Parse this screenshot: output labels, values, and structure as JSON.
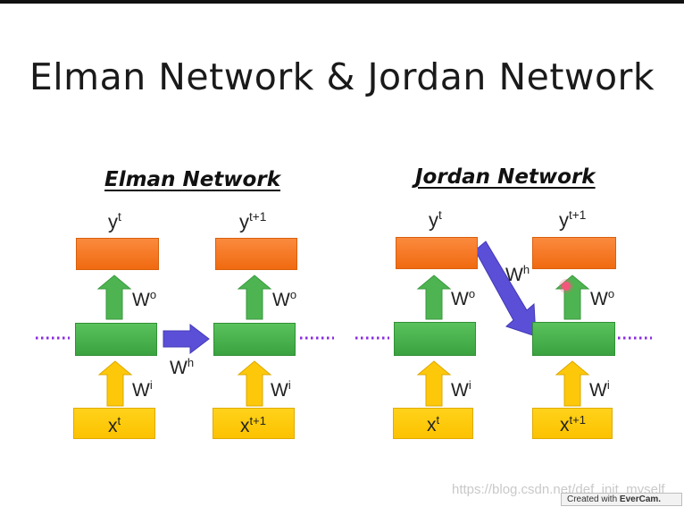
{
  "title": "Elman Network & Jordan Network",
  "elman": {
    "title": "Elman Network",
    "y_t": {
      "base": "y",
      "sup": "t"
    },
    "y_t1": {
      "base": "y",
      "sup": "t+1"
    },
    "x_t": {
      "base": "x",
      "sup": "t"
    },
    "x_t1": {
      "base": "x",
      "sup": "t+1"
    },
    "w_o": {
      "base": "W",
      "sup": "o"
    },
    "w_i": {
      "base": "W",
      "sup": "i"
    },
    "w_h": {
      "base": "W",
      "sup": "h"
    }
  },
  "jordan": {
    "title": "Jordan Network",
    "y_t": {
      "base": "y",
      "sup": "t"
    },
    "y_t1": {
      "base": "y",
      "sup": "t+1"
    },
    "x_t": {
      "base": "x",
      "sup": "t"
    },
    "x_t1": {
      "base": "x",
      "sup": "t+1"
    },
    "w_o": {
      "base": "W",
      "sup": "o"
    },
    "w_i": {
      "base": "W",
      "sup": "i"
    },
    "w_h": {
      "base": "W",
      "sup": "h"
    }
  },
  "watermark": "https://blog.csdn.net/def_init_myself",
  "badge": {
    "prefix": "Created with ",
    "brand": "EverCam."
  },
  "colors": {
    "output": "#f47a26",
    "hidden": "#4db451",
    "input": "#fdc80a",
    "recurrent_arrow": "#5a4fd6",
    "dots": "#8a2be2"
  }
}
